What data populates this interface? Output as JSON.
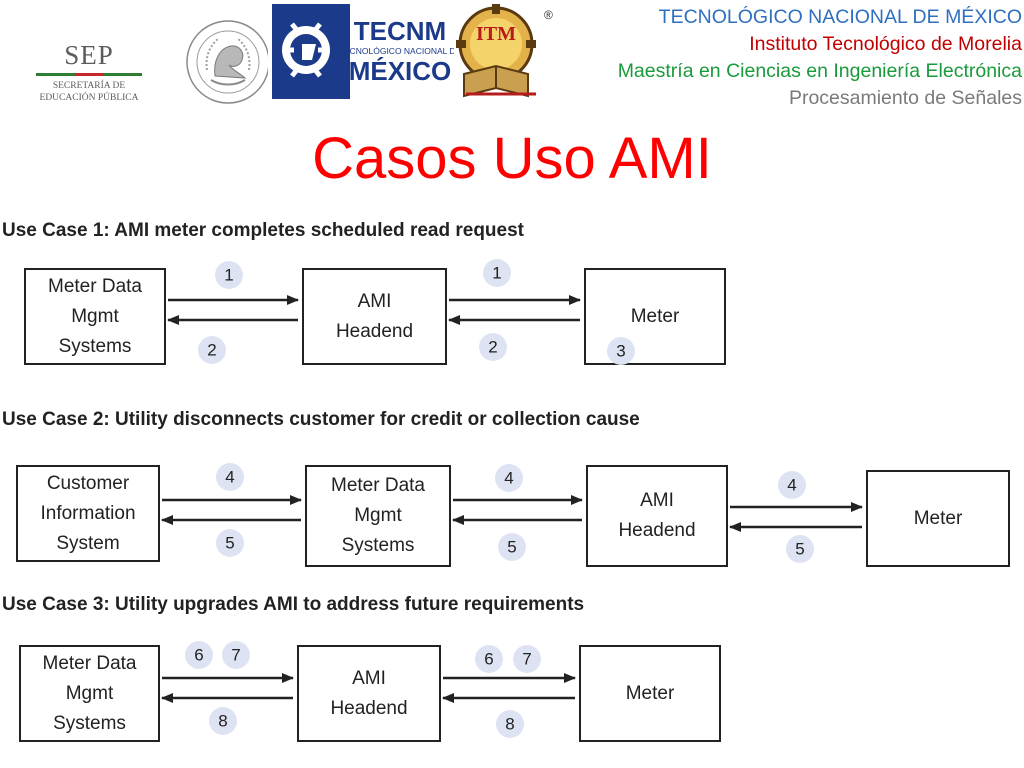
{
  "header": {
    "logos": {
      "sep": {
        "word": "SEP",
        "subtitle_line1": "SECRETARÍA DE",
        "subtitle_line2": "EDUCACIÓN PÚBLICA"
      },
      "seal": {
        "name": "Estados Unidos Mexicanos seal"
      },
      "tecnm": {
        "line1": "TECNM",
        "line2": "TECNOLÓGICO NACIONAL DE",
        "line3": "MÉXICO"
      },
      "itm": {
        "letters": "ITM"
      }
    },
    "registered_mark": "®",
    "institution": "TECNOLÓGICO NACIONAL DE MÉXICO",
    "institute": "Instituto Tecnológico de Morelia",
    "program": "Maestría en Ciencias en Ingeniería Electrónica",
    "course": "Procesamiento de Señales"
  },
  "title": "Casos Uso AMI",
  "use_cases": [
    {
      "heading": "Use Case 1: AMI meter completes scheduled read request",
      "nodes": [
        "Meter Data\nMgmt\nSystems",
        "AMI\nHeadend",
        "Meter"
      ],
      "links": [
        {
          "forward": "1",
          "back": "2"
        },
        {
          "forward": "1",
          "back": "2"
        }
      ],
      "extra_badges": [
        "3"
      ]
    },
    {
      "heading": "Use Case 2: Utility disconnects customer for credit or collection cause",
      "nodes": [
        "Customer\nInformation\nSystem",
        "Meter Data\nMgmt\nSystems",
        "AMI\nHeadend",
        "Meter"
      ],
      "links": [
        {
          "forward": "4",
          "back": "5"
        },
        {
          "forward": "4",
          "back": "5"
        },
        {
          "forward": "4",
          "back": "5"
        }
      ]
    },
    {
      "heading": "Use Case 3: Utility upgrades AMI to address future requirements",
      "nodes": [
        "Meter Data\nMgmt\nSystems",
        "AMI\nHeadend",
        "Meter"
      ],
      "links": [
        {
          "forward": [
            "6",
            "7"
          ],
          "back": "8"
        },
        {
          "forward": [
            "6",
            "7"
          ],
          "back": "8"
        }
      ]
    }
  ],
  "colors": {
    "title": "#ff0000",
    "badge_fill": "#dde3f2",
    "line": "#222222"
  },
  "icons": [
    "sep-logo",
    "mexico-seal-icon",
    "tecnm-logo",
    "itm-logo"
  ]
}
